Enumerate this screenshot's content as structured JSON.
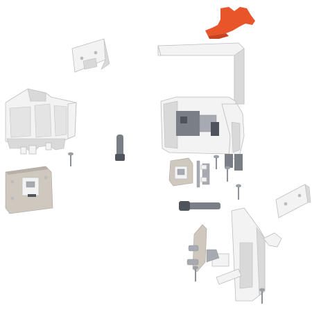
{
  "diagram": {
    "parts": [
      {
        "name": "orange-clip"
      },
      {
        "name": "mounting-plate-top"
      },
      {
        "name": "side-cover-bracket"
      },
      {
        "name": "front-housing"
      },
      {
        "name": "mechanism-housing"
      },
      {
        "name": "gray-piston-vertical"
      },
      {
        "name": "gray-piston-horizontal"
      },
      {
        "name": "beige-adapter-plate"
      },
      {
        "name": "adjustment-clip"
      },
      {
        "name": "small-bracket"
      },
      {
        "name": "mounting-plate-right"
      },
      {
        "name": "lower-bracket"
      },
      {
        "name": "screw"
      }
    ]
  },
  "colors": {
    "white_part": "#f3f3f3",
    "white_shadow": "#d9d9d9",
    "edge": "#bdbdbd",
    "beige": "#cfc8bf",
    "gray": "#7a7f86",
    "dark_gray": "#4f545a",
    "orange": "#e8552b"
  }
}
